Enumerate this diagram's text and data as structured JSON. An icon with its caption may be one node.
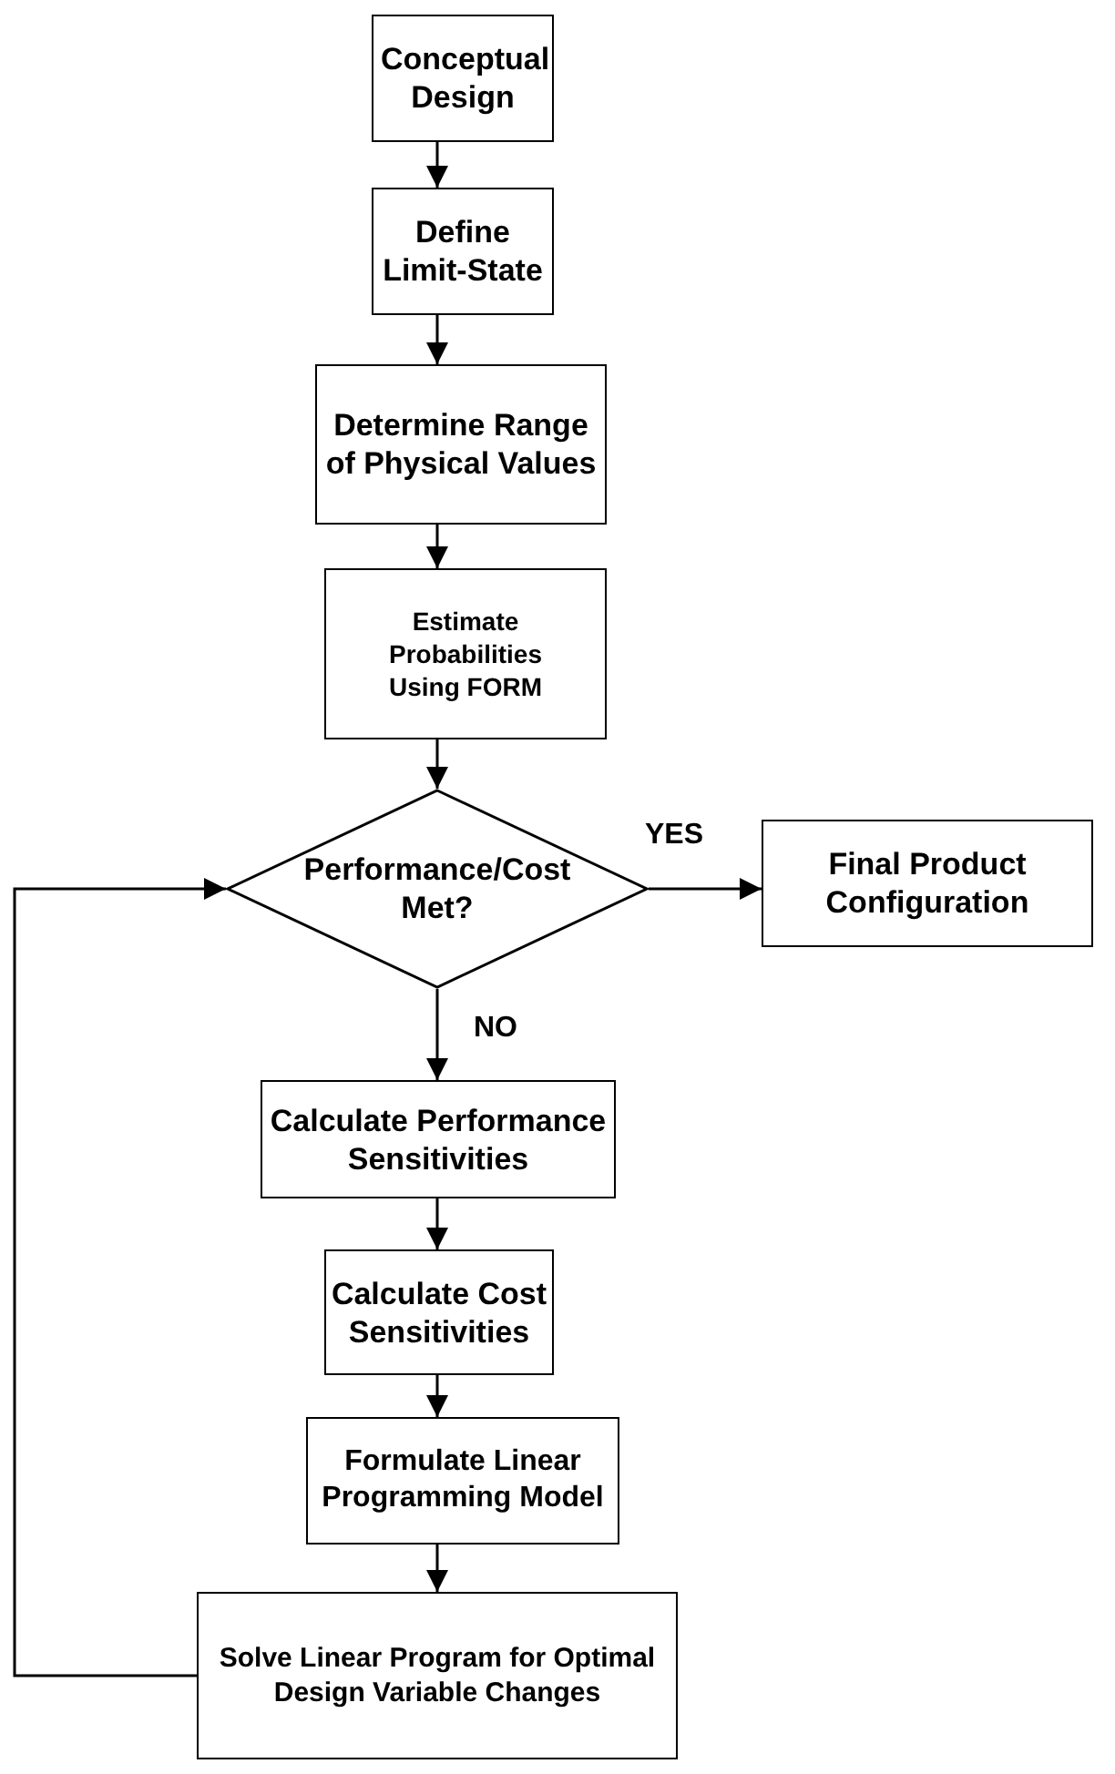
{
  "diagram": {
    "nodes": [
      {
        "text": [
          "Conceptual Design"
        ]
      },
      {
        "text": [
          "Define Limit-State"
        ]
      },
      {
        "text": [
          "Determine Range of Physical Values"
        ]
      },
      {
        "text": [
          "Estimate Probabilities Using FORM"
        ]
      },
      {
        "text": [
          "Performance/Cost Met?"
        ]
      },
      {
        "text": [
          "Final Product Configuration"
        ]
      },
      {
        "text": [
          "Calculate Performance Sensitivities"
        ]
      },
      {
        "text": [
          "Calculate Cost Sensitivities"
        ]
      },
      {
        "text": [
          "Formulate Linear Programming Model"
        ]
      },
      {
        "text": [
          "Solve Linear Program for Optimal Design Variable Changes"
        ]
      }
    ],
    "edges": [
      {
        "from": 0,
        "to": 1,
        "arrow": "to"
      },
      {
        "from": 1,
        "to": 2,
        "arrow": "to"
      },
      {
        "from": 2,
        "to": 3,
        "arrow": "to"
      },
      {
        "from": 3,
        "to": 4,
        "arrow": "to"
      },
      {
        "from": 4,
        "to": 5,
        "arrow": "to",
        "label": "YES"
      },
      {
        "from": 4,
        "to": 6,
        "arrow": "to",
        "label": "NO"
      },
      {
        "from": 6,
        "to": 7,
        "arrow": "to"
      },
      {
        "from": 7,
        "to": 8,
        "arrow": "to"
      },
      {
        "from": 8,
        "to": 9,
        "arrow": "to"
      },
      {
        "from": 9,
        "to": 4,
        "arrow": "to"
      }
    ]
  }
}
